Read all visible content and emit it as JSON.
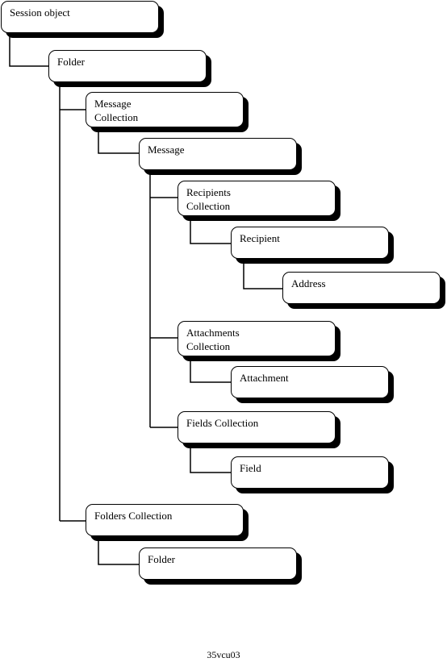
{
  "diagram": {
    "nodes": {
      "session": [
        "Session object"
      ],
      "folder": [
        "Folder"
      ],
      "message_collection": [
        "Message",
        "Collection"
      ],
      "message": [
        "Message"
      ],
      "recipients_collection": [
        "Recipients",
        "Collection"
      ],
      "recipient": [
        "Recipient"
      ],
      "address": [
        "Address"
      ],
      "attachments_collection": [
        "Attachments",
        "Collection"
      ],
      "attachment": [
        "Attachment"
      ],
      "fields_collection": [
        "Fields Collection"
      ],
      "field": [
        "Field"
      ],
      "folders_collection": [
        "Folders Collection"
      ],
      "sub_folder": [
        "Folder"
      ]
    },
    "caption": "35vcu03"
  }
}
